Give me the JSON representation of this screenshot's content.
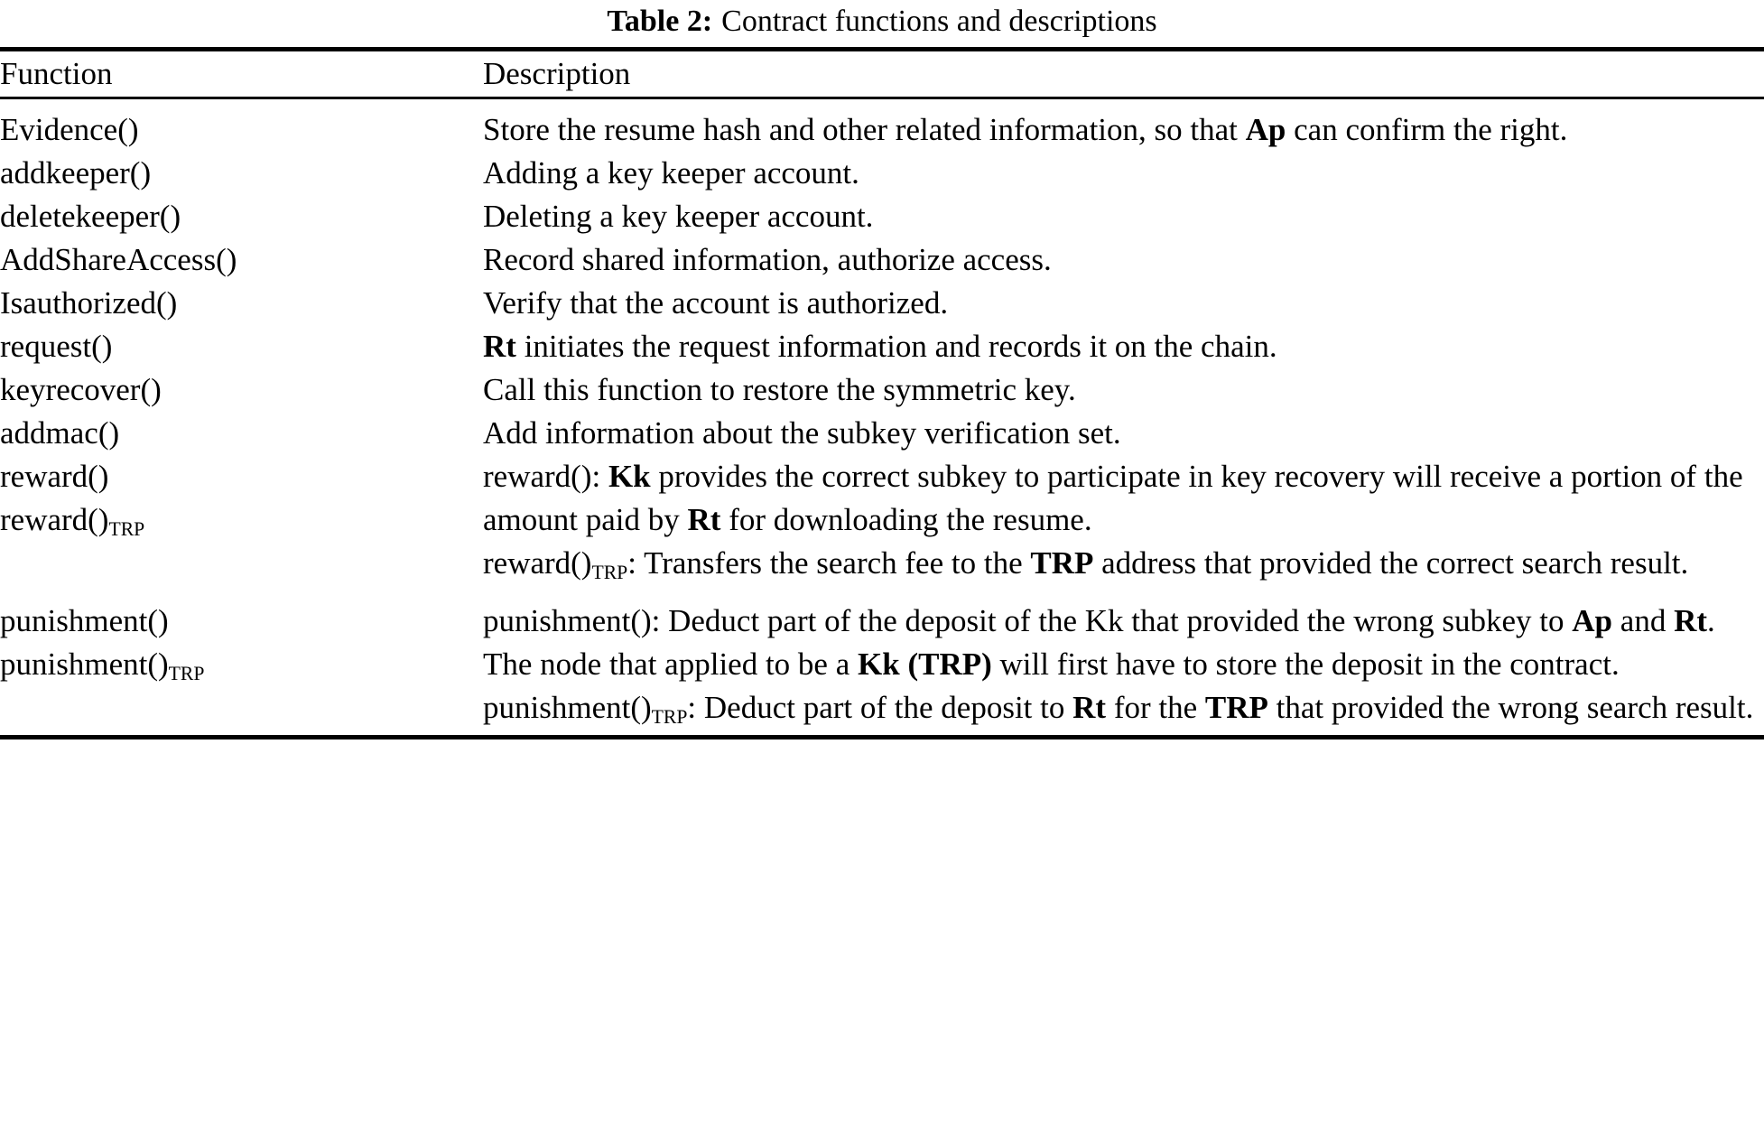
{
  "caption": {
    "label": "Table 2:",
    "text": "Contract functions and descriptions"
  },
  "table": {
    "columns": [
      {
        "key": "function",
        "header": "Function"
      },
      {
        "key": "description",
        "header": "Description"
      }
    ],
    "rows": [
      {
        "function": "Evidence()",
        "function_sub": "",
        "description_plain": "Store the resume hash and other related information, so that Ap can confirm the right.",
        "paragraphs": [
          {
            "segments": [
              {
                "text": "Store the resume hash and other related information, so that ",
                "bold": false
              },
              {
                "text": "Ap",
                "bold": true
              },
              {
                "text": " can confirm the right.",
                "bold": false
              }
            ]
          }
        ]
      },
      {
        "function": "addkeeper()",
        "function_sub": "",
        "description_plain": "Adding a key keeper account.",
        "paragraphs": [
          {
            "segments": [
              {
                "text": "Adding a key keeper account.",
                "bold": false
              }
            ]
          }
        ]
      },
      {
        "function": "deletekeeper()",
        "function_sub": "",
        "description_plain": "Deleting a key keeper account.",
        "paragraphs": [
          {
            "segments": [
              {
                "text": "Deleting a key keeper account.",
                "bold": false
              }
            ]
          }
        ]
      },
      {
        "function": "AddShareAccess()",
        "function_sub": "",
        "description_plain": "Record shared information, authorize access.",
        "paragraphs": [
          {
            "segments": [
              {
                "text": "Record shared information, authorize access.",
                "bold": false
              }
            ]
          }
        ]
      },
      {
        "function": "Isauthorized()",
        "function_sub": "",
        "description_plain": "Verify that the account is authorized.",
        "paragraphs": [
          {
            "segments": [
              {
                "text": "Verify that the account is authorized.",
                "bold": false
              }
            ]
          }
        ]
      },
      {
        "function": "request()",
        "function_sub": "",
        "description_plain": "Rt initiates the request information and records it on the chain.",
        "paragraphs": [
          {
            "segments": [
              {
                "text": "Rt",
                "bold": true
              },
              {
                "text": " initiates the request information and records it on the chain.",
                "bold": false
              }
            ]
          }
        ]
      },
      {
        "function": "keyrecover()",
        "function_sub": "",
        "description_plain": "Call this function to restore the symmetric key.",
        "paragraphs": [
          {
            "segments": [
              {
                "text": "Call this function to restore the symmetric key.",
                "bold": false
              }
            ]
          }
        ]
      },
      {
        "function": "addmac()",
        "function_sub": "",
        "description_plain": "Add information about the subkey verification set.",
        "paragraphs": [
          {
            "segments": [
              {
                "text": "Add information about the subkey verification set.",
                "bold": false
              }
            ]
          }
        ]
      },
      {
        "function": "reward()",
        "function_sub": "",
        "function_second": "reward()",
        "function_second_sub": "TRP",
        "description_plain": "reward(): Kk provides the correct subkey to participate in key recovery will receive a portion of the amount paid by Rt for downloading the resume. reward()TRP: Transfers the search fee to the TRP address that provided the correct search result.",
        "paragraphs": [
          {
            "segments": [
              {
                "text": "reward(): ",
                "bold": false
              },
              {
                "text": "Kk",
                "bold": true
              },
              {
                "text": " provides the correct subkey to participate in key recovery will receive a portion of the amount paid by ",
                "bold": false
              },
              {
                "text": "Rt",
                "bold": true
              },
              {
                "text": " for downloading the resume.",
                "bold": false
              }
            ]
          },
          {
            "segments": [
              {
                "text": "reward()",
                "bold": false
              },
              {
                "text": "TRP",
                "bold": false,
                "sub": true
              },
              {
                "text": ": Transfers the search fee to the ",
                "bold": false
              },
              {
                "text": "TRP",
                "bold": true
              },
              {
                "text": " address that provided the correct search result.",
                "bold": false
              }
            ]
          }
        ]
      },
      {
        "function": "punishment()",
        "function_sub": "",
        "function_second": "punishment()",
        "function_second_sub": "TRP",
        "description_plain": "punishment(): Deduct part of the deposit of the Kk that provided the wrong subkey to Ap and Rt. The node that applied to be a Kk (TRP) will first have to store the deposit in the contract. punishment()TRP: Deduct part of the deposit to Rt for the TRP that provided the wrong search result.",
        "paragraphs": [
          {
            "segments": [
              {
                "text": "punishment(): Deduct part of the deposit of the Kk that provided the wrong subkey to ",
                "bold": false
              },
              {
                "text": "Ap",
                "bold": true
              },
              {
                "text": " and ",
                "bold": false
              },
              {
                "text": "Rt",
                "bold": true
              },
              {
                "text": ". The node that applied to be a ",
                "bold": false
              },
              {
                "text": "Kk (TRP)",
                "bold": true
              },
              {
                "text": " will first have to store the deposit in the contract.",
                "bold": false
              }
            ]
          },
          {
            "segments": [
              {
                "text": "punishment()",
                "bold": false
              },
              {
                "text": "TRP",
                "bold": false,
                "sub": true
              },
              {
                "text": ": Deduct part of the deposit to ",
                "bold": false
              },
              {
                "text": "Rt",
                "bold": true
              },
              {
                "text": " for the ",
                "bold": false
              },
              {
                "text": "TRP",
                "bold": true
              },
              {
                "text": " that provided the wrong search result.",
                "bold": false
              }
            ]
          }
        ]
      }
    ]
  },
  "style": {
    "text_color": "#000000",
    "background_color": "#ffffff",
    "rule_color": "#000000"
  }
}
